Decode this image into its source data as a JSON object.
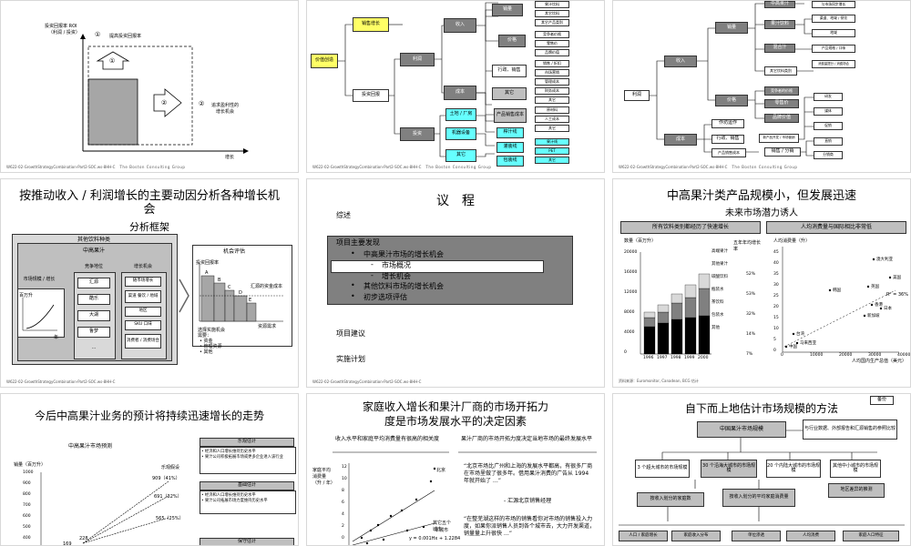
{
  "foot": {
    "path": "W622-02-GrowthStrategyCombination-Part2-SOC.ws-8HH-C",
    "firm": "The Boston Consulting Group",
    "src": "资料来源：Euromonitor, Canadean, BCG 估计"
  },
  "s1": {
    "ylabel1": "投资回报率 ROI",
    "ylabel2": "（利润 / 投资）",
    "l1": "提高投资回报率",
    "l2a": "追求盈利性的",
    "l2b": "增长机会",
    "c1": "①",
    "c2": "②",
    "xlabel": "增长"
  },
  "s2": {
    "n_roi": "价值创造",
    "n_growth": "销售增长",
    "n_invest": "投资回报",
    "n_rev": "收入",
    "n_profit": "利润",
    "n_cost": "成本",
    "n_capex": "投资",
    "n_vol": "销量",
    "n_price": "价格",
    "n_ops": "行政、销售",
    "n_oth": "其它",
    "n_land": "土地 / 厂房",
    "n_mach": "机器设备",
    "n_other2": "其它",
    "n_prod": "产品销售成本",
    "r": [
      "果汁饮料",
      "其它饮料",
      "其它产品类别",
      "竞争者价格",
      "零售价",
      "品牌价值",
      "销售 / 折扣",
      "市场营销",
      "管理成本",
      "财务成本",
      "其它",
      "原材料",
      "人工成本",
      "其它",
      "果汁线",
      "PET",
      "其它"
    ],
    "n_fill": "榨汁线",
    "n_bl": "灌装线",
    "n_pk": "包装线"
  },
  "s3": {
    "n_profit": "利润",
    "n_rev": "收入",
    "n_cost": "成本",
    "n_vol": "销量",
    "n_price": "价格",
    "n_mid": "中高果汁",
    "n_juice": "果汁饮料",
    "n_mix": "混合汁",
    "n_other": "其它饮料类别",
    "n_comp": "竞争者的价格",
    "n_retail": "零售价",
    "n_brand": "品牌价值",
    "n_ops": "作坊运作",
    "n_admin": "行政、销售",
    "n_pc": "产品销售成本",
    "n_newp": "新产品开发 / 市场营销",
    "n_sale": "销售 / 分销",
    "r": [
      "与市场同步增长",
      "渠道、地域 / 餐饮",
      "地域",
      "产品规格 / 口味",
      "消费量提分 / 消费场合",
      "研发",
      "媒体",
      "促销",
      "直销",
      "分销商"
    ]
  },
  "s4": {
    "title": "按推动收入 / 利润增长的主要动因分析各种增长机会",
    "sub": "分析框架",
    "b_other": "其他饮料种类",
    "b_mid": "中高果汁",
    "c1": "竞争地位",
    "c2": "增长机会",
    "l_scale": "市场规模 / 增长",
    "l_unit": "百万升",
    "l_year": "年",
    "items1": [
      "汇源",
      "酷乐",
      "大湖",
      "鲁梦",
      "…"
    ],
    "items2": [
      "随市场增长",
      "渠道 餐饮 / 地域",
      "地区",
      "SKU 口味",
      "消费者 / 消费场合"
    ],
    "r_title": "机会评估",
    "r_y": "投资回报率",
    "r_x": "资源需求",
    "r_note": "汇源的资金成本",
    "r_l1": "选择实施机会",
    "r_l2": "需要：",
    "r_l3": "• 资金",
    "r_l4": "• 管理资源",
    "r_l5": "• 其他",
    "bars": [
      "A",
      "B",
      "C",
      "D",
      "E"
    ]
  },
  "s5": {
    "title": "议　程",
    "items": [
      "综述",
      "项目主要发现",
      "中高果汁市场的增长机会",
      "市场概况",
      "增长机会",
      "其他饮料市场的增长机会",
      "初步选项评估",
      "项目建议",
      "实施计划"
    ]
  },
  "s6": {
    "title": "中高果汁类产品规模小，但发展迅速",
    "sub": "未来市场潜力诱人",
    "lh": "所有饮料类别都经历了快速增长",
    "rh": "人均消费量与国际相比非常低",
    "ylab": "数量（百万升）",
    "yt": [
      "20000",
      "16000",
      "12000",
      "8000",
      "4000",
      "0"
    ],
    "xt": [
      "1996",
      "1997",
      "1998",
      "1999",
      "2000"
    ],
    "cagr_h": "五年年均增长率",
    "legend": [
      "高端果汁",
      "其他果汁",
      "碳酸饮料",
      "瓶装水",
      "茶饮料",
      "包装水",
      "其他"
    ],
    "pct": [
      "52%",
      "53%",
      "32%",
      "14%",
      "7%"
    ],
    "ry": "人均消费量（升）",
    "ryt": [
      "45",
      "40",
      "35",
      "30",
      "25",
      "20",
      "15",
      "10",
      "5",
      "0"
    ],
    "rxt": [
      "0",
      "10000",
      "20000",
      "30000",
      "40000"
    ],
    "rx": "人均国内生产总值（美元）",
    "pts": [
      "澳大利亚",
      "美国",
      "英国",
      "韩国",
      "香港",
      "新加坡",
      "日本",
      "台湾",
      "马来西亚",
      "中国"
    ],
    "r2": "R² = 36%"
  },
  "s7": {
    "title": "今后中高果汁业务的预计将持续迅速增长的走势",
    "ct": "中高果汁市场预测",
    "yl": "销量（百万升）",
    "yt": [
      "1000",
      "900",
      "800",
      "700",
      "600",
      "500",
      "400",
      "300"
    ],
    "vals": [
      "909（41%）",
      "691（32%）",
      "565（25%）",
      "228",
      "169"
    ],
    "sc": "乐观假设",
    "b1": "乐观估计",
    "b1t": "• 经济和人口增长维持历史水平\n• 果汁公司积极拓展市场或更多企业进入该行业",
    "b2": "基础估计",
    "b2t": "• 经济和人口增长维持历史水平\n• 果汁公司拓展市场力度维持历史水平",
    "b3": "保守估计"
  },
  "s8": {
    "title": "家庭收入增长和果汁厂商的市场开拓力",
    "title2": "度是市场发展水平的决定因素",
    "lh": "收入水平和家庭平均消费量有很高的相关度",
    "rh": "果汁厂商的市场开拓力度决定当地市场的最终发展水平",
    "yl": "家庭平均消费量（升 / 年）",
    "yt": [
      "12",
      "10",
      "8",
      "6",
      "4",
      "2",
      "0"
    ],
    "q1": "“北京市场比广州和上海的发展水平都高，有很多厂商在市场里做了很多年。借用果汁消费的广告从 1994 年就开始了 …”",
    "q1s": "- 汇源北京销售经理",
    "q2": "“在整芜湖这样的市场的销售看你对市场的销售投入力度，如果你派销售人员到各个城市去，大力开发渠道，销量量上升很快 …”",
    "lb": [
      "北京",
      "其它五个城市",
      "本城市"
    ],
    "eq": "y = 0.001Hx + 1.2284"
  },
  "s9": {
    "badge": "备份",
    "title": "自下而上地估计市场规模的方法",
    "top": "中国果汁市场规模",
    "rtop": "与行业数据、外部报告和汇源销售的参照比较",
    "l2": [
      "3 个超大城市的市场规模",
      "30 个沿海大城市的市场规模",
      "20 个内陆大城市的市场规模",
      "其他中小城市的市场规模"
    ],
    "note": "地区差异的推测",
    "l3a": "按收入划分的家庭数",
    "l3b": "按收入划分的平均家庭消费量",
    "l4": [
      "人口 / 家庭增长",
      "家庭收入分布",
      "单位渗透",
      "人均消费",
      "家庭人口特征"
    ]
  }
}
